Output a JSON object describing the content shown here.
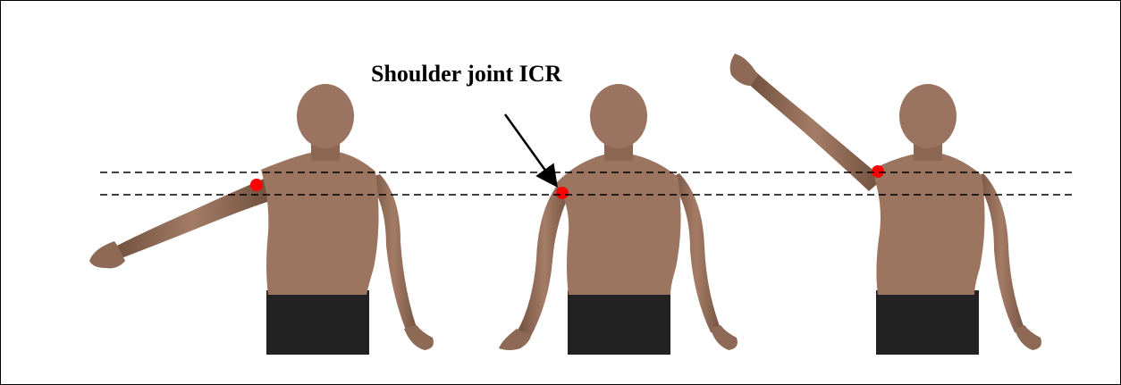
{
  "annotation": {
    "label": "Shoulder joint ICR"
  },
  "colors": {
    "skin": "#9c7560",
    "skin_dark": "#6f4f3e",
    "pants": "#222222",
    "icr_marker": "#ff0000",
    "guide_line": "#000000",
    "frame": "#000000"
  },
  "figures": [
    {
      "name": "arm-abducted-horizontal"
    },
    {
      "name": "arm-neutral"
    },
    {
      "name": "arm-raised-overhead"
    }
  ]
}
